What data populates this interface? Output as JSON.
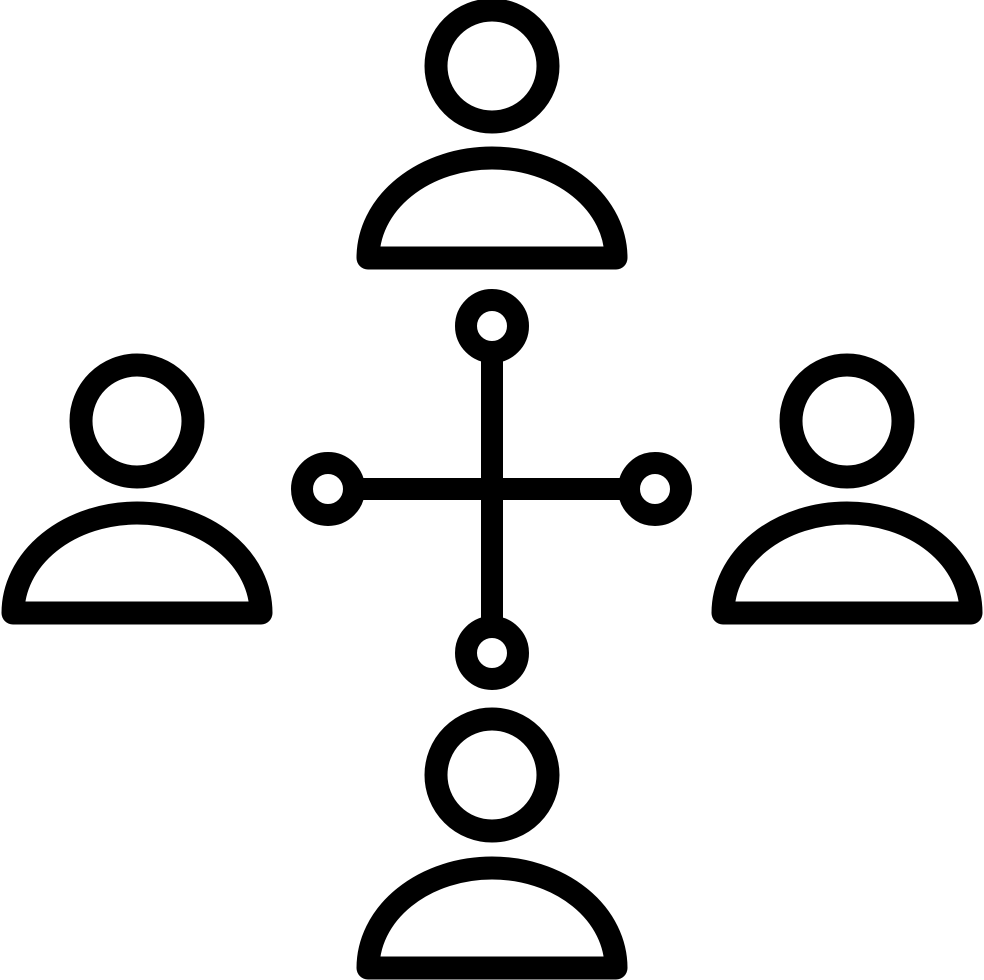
{
  "icon": {
    "name": "team-network-icon",
    "stroke_color": "#000000",
    "background_color": "#ffffff",
    "people": [
      "person-top",
      "person-left",
      "person-right",
      "person-bottom"
    ],
    "connector": "cross-network-hub"
  }
}
